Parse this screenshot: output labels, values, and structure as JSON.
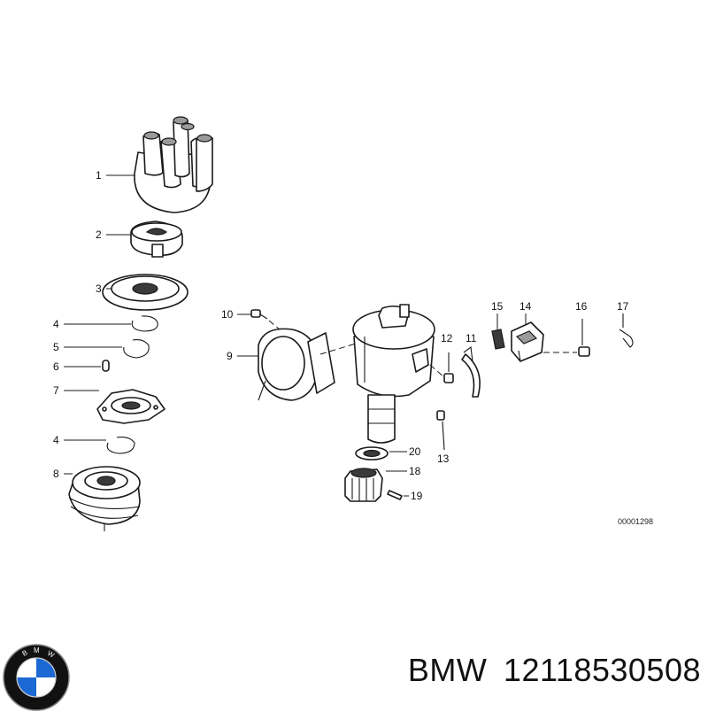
{
  "diagram": {
    "callouts": [
      "1",
      "2",
      "3",
      "4",
      "5",
      "6",
      "7",
      "4",
      "8",
      "10",
      "9",
      "12",
      "11",
      "15",
      "14",
      "16",
      "17",
      "13",
      "20",
      "18",
      "19"
    ],
    "drawing_ref": "00001298"
  },
  "footer": {
    "brand": "BMW",
    "part_number": "12118530508",
    "logo_icon": "bmw-roundel-icon",
    "logo_letters": "BMW",
    "logo_colors": {
      "blue": "#1c69d4",
      "white": "#ffffff",
      "ring": "#111111"
    }
  }
}
